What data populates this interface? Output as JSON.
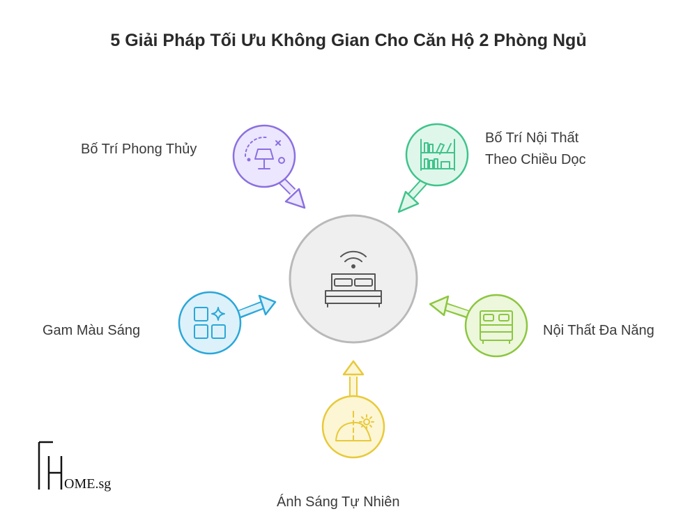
{
  "title": "5 Giải Pháp Tối Ưu Không Gian Cho Căn Hộ 2 Phòng Ngủ",
  "center": {
    "icon": "bed-wifi-icon"
  },
  "items": [
    {
      "label": "Bố Trí Phong Thủy",
      "icon": "lamp-fengshui-icon",
      "color": "#8b6fe0",
      "fill": "#ece6ff"
    },
    {
      "label_line1": "Bố Trí Nội Thất",
      "label_line2": "Theo Chiều Dọc",
      "icon": "bookshelf-icon",
      "color": "#3fc38a",
      "fill": "#dff7ea"
    },
    {
      "label": "Gam Màu Sáng",
      "icon": "color-palette-grid-icon",
      "color": "#2aa7d8",
      "fill": "#ddf1fb"
    },
    {
      "label": "Nội Thất Đa Năng",
      "icon": "multifunction-bed-icon",
      "color": "#8cc63f",
      "fill": "#ecf7dc"
    },
    {
      "label": "Ánh Sáng Tự Nhiên",
      "icon": "sunlight-window-icon",
      "color": "#e8c93a",
      "fill": "#fcf6d4"
    }
  ],
  "logo": {
    "text": "OME.sg",
    "initials": "FH"
  }
}
